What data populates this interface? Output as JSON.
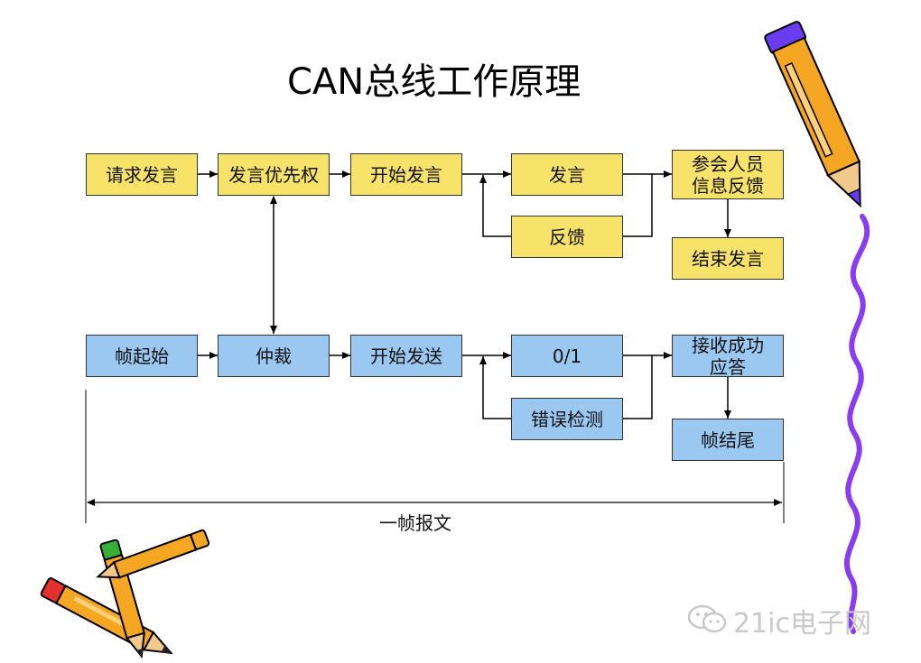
{
  "title": "CAN总线工作原理",
  "top_row": {
    "request": "请求发言",
    "priority": "发言优先权",
    "start": "开始发言",
    "speak": "发言",
    "feedback": "反馈",
    "participants": "参会人员\n信息反馈",
    "end": "结束发言"
  },
  "bottom_row": {
    "frame_start": "帧起始",
    "arbitration": "仲裁",
    "start_send": "开始发送",
    "bits": "0/1",
    "error_check": "错误检测",
    "ack": "接收成功\n应答",
    "frame_end": "帧结尾"
  },
  "span_label": "一帧报文",
  "watermark": "21ic电子网",
  "colors": {
    "top": "#f8e36a",
    "bottom": "#9ac8f0",
    "pencil": "#f5a623"
  }
}
